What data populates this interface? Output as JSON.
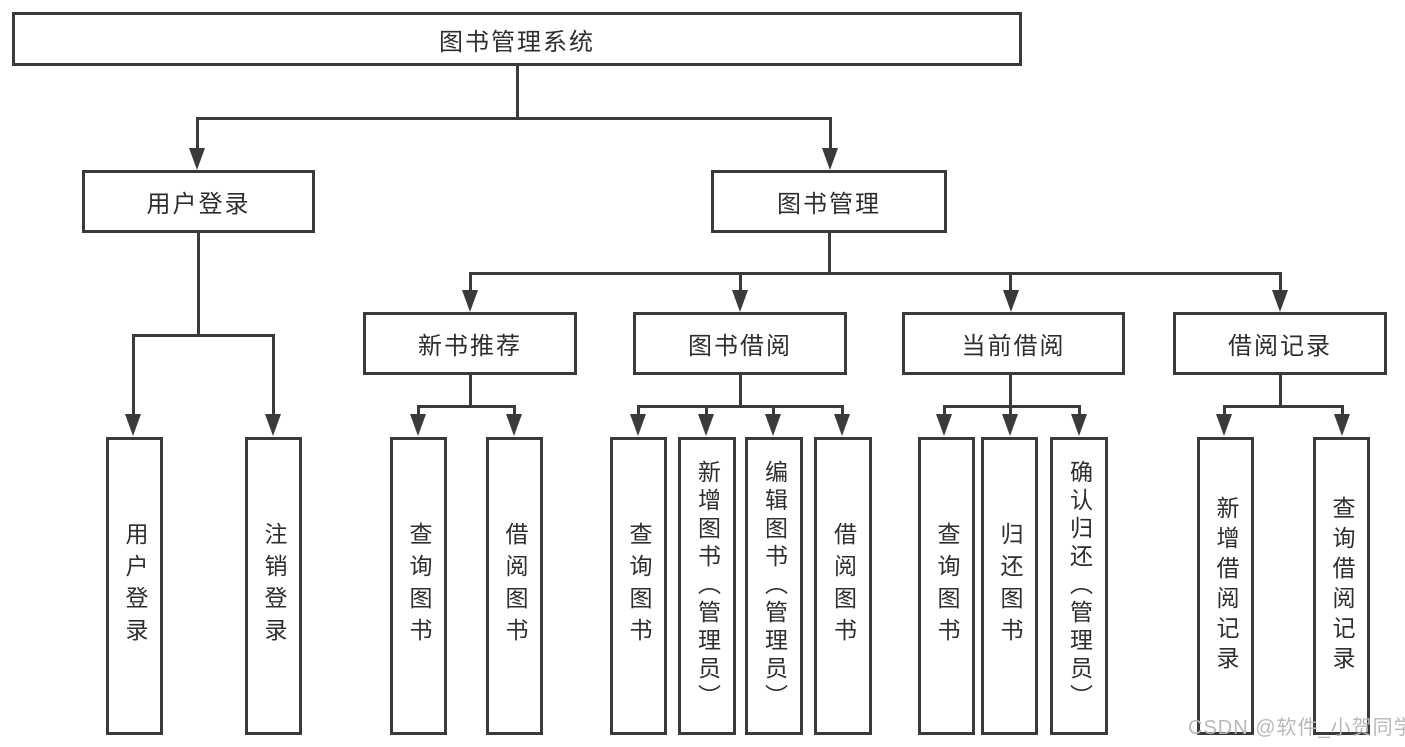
{
  "colors": {
    "line": "#3a3a3c",
    "text": "#2e2e30",
    "box_background": "#ffffff",
    "watermark": "#b9b9b9"
  },
  "watermark": {
    "text": "CSDN @软件_小贺同学"
  },
  "tree": {
    "root": {
      "label": "图书管理系统"
    },
    "children": [
      {
        "label": "用户登录",
        "leaves": [
          {
            "label": "用户登录"
          },
          {
            "label": "注销登录"
          }
        ]
      },
      {
        "label": "图书管理",
        "children": [
          {
            "label": "新书推荐",
            "leaves": [
              {
                "label": "查询图书"
              },
              {
                "label": "借阅图书"
              }
            ]
          },
          {
            "label": "图书借阅",
            "leaves": [
              {
                "label": "查询图书"
              },
              {
                "label": "新增图书（管理员）"
              },
              {
                "label": "编辑图书（管理员）"
              },
              {
                "label": "借阅图书"
              }
            ]
          },
          {
            "label": "当前借阅",
            "leaves": [
              {
                "label": "查询图书"
              },
              {
                "label": "归还图书"
              },
              {
                "label": "确认归还（管理员）"
              }
            ]
          },
          {
            "label": "借阅记录",
            "leaves": [
              {
                "label": "新增借阅记录"
              },
              {
                "label": "查询借阅记录"
              }
            ]
          }
        ]
      }
    ]
  }
}
